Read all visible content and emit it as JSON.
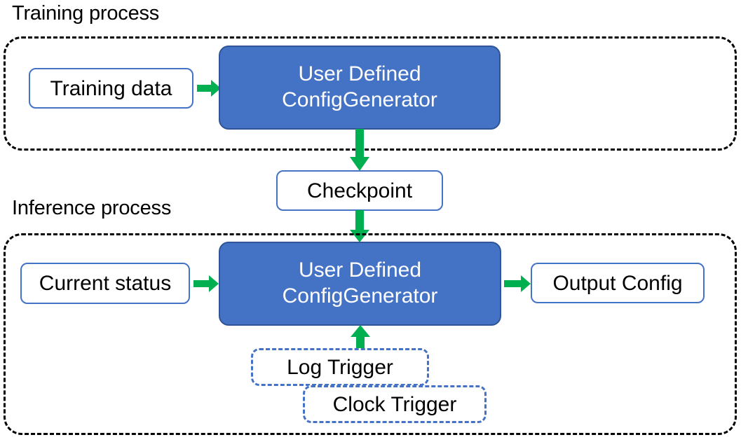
{
  "diagram": {
    "title_training": "Training process",
    "title_inference": "Inference process",
    "colors": {
      "accent_blue": "#4472C4",
      "arrow_green": "#00B050",
      "border_black": "#000000",
      "node_text_dark": "#000000",
      "node_text_light": "#FFFFFF"
    }
  },
  "training": {
    "label": "Training process",
    "input_node": "Training data",
    "process_node_line1": "User Defined",
    "process_node_line2": "ConfigGenerator"
  },
  "checkpoint": {
    "label": "Checkpoint"
  },
  "inference": {
    "label": "Inference process",
    "input_node": "Current status",
    "process_node_line1": "User Defined",
    "process_node_line2": "ConfigGenerator",
    "output_node": "Output Config",
    "trigger_log": "Log Trigger",
    "trigger_clock": "Clock Trigger"
  },
  "arrows": [
    {
      "name": "training-data-to-generator",
      "direction": "right"
    },
    {
      "name": "training-generator-to-checkpoint",
      "direction": "down"
    },
    {
      "name": "checkpoint-to-inference-generator",
      "direction": "down"
    },
    {
      "name": "current-status-to-generator",
      "direction": "right"
    },
    {
      "name": "generator-to-output-config",
      "direction": "right"
    },
    {
      "name": "triggers-to-generator",
      "direction": "up"
    }
  ]
}
